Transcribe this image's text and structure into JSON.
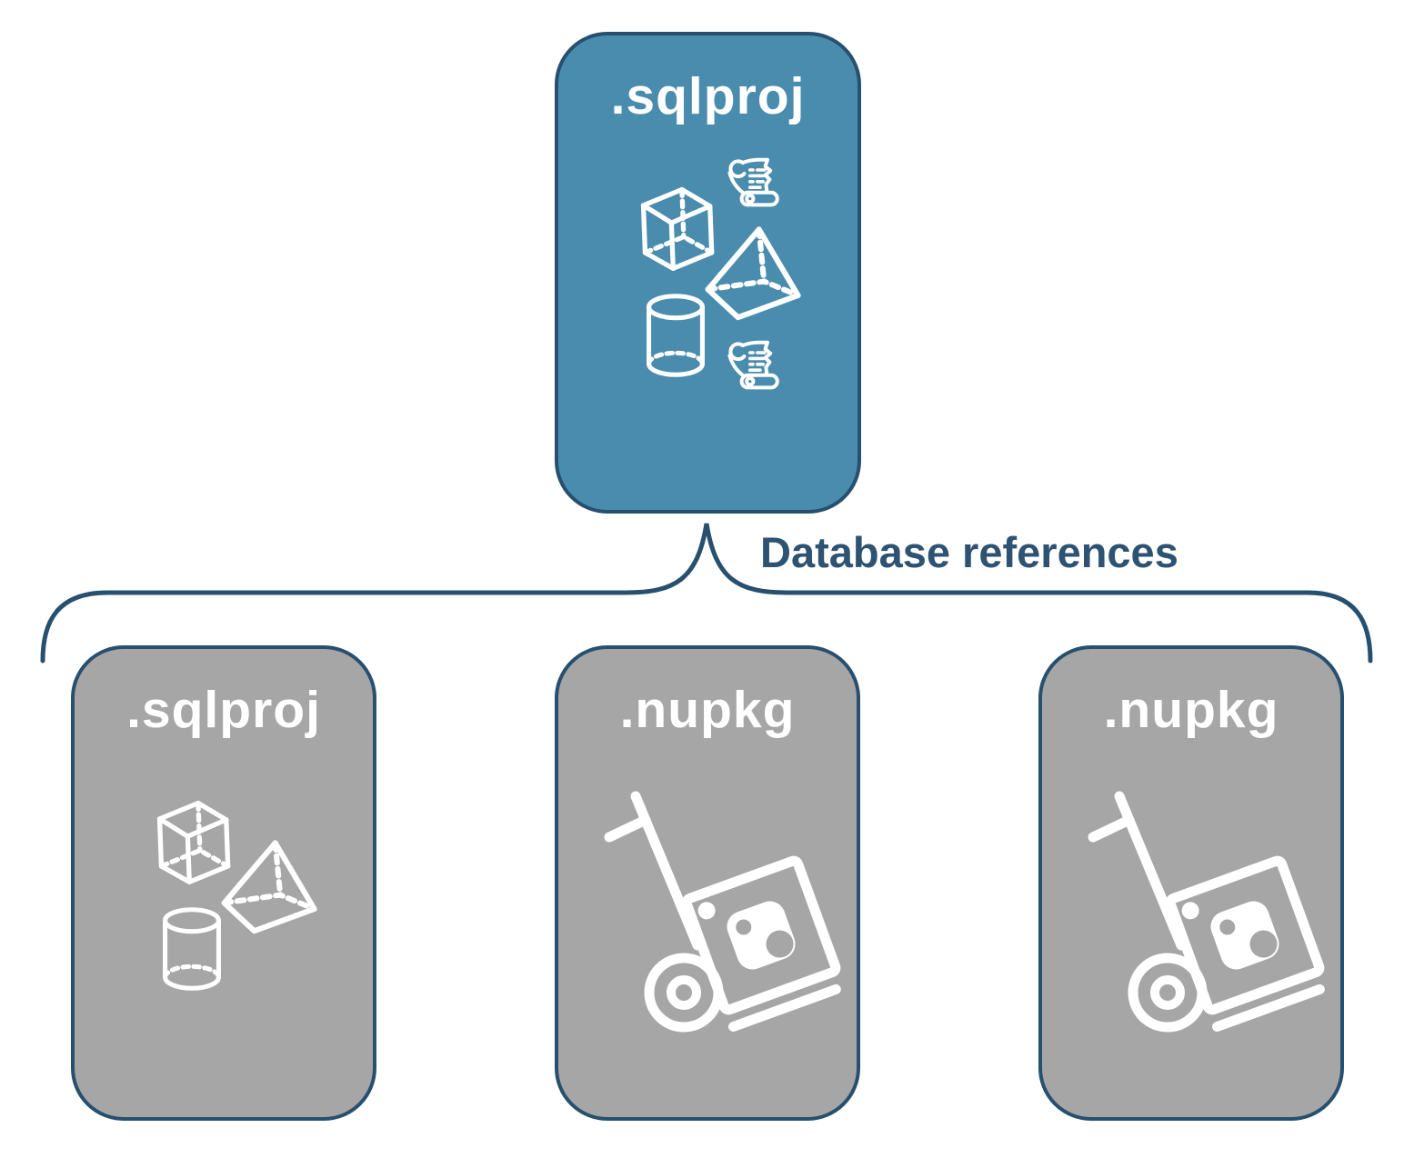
{
  "diagram": {
    "root": {
      "label": ".sqlproj",
      "icons": [
        "script-scroll-icon",
        "cube-icon",
        "pyramid-icon",
        "database-cylinder-icon",
        "script-scroll-icon"
      ]
    },
    "connector": {
      "label": "Database references"
    },
    "children": [
      {
        "label": ".sqlproj",
        "icons": [
          "cube-icon",
          "pyramid-icon",
          "database-cylinder-icon"
        ]
      },
      {
        "label": ".nupkg",
        "icons": [
          "nuget-package-dolly-icon"
        ]
      },
      {
        "label": ".nupkg",
        "icons": [
          "nuget-package-dolly-icon"
        ]
      }
    ],
    "colors": {
      "root_fill": "#4A8CAD",
      "child_fill": "#A6A6A6",
      "outline": "#27506F",
      "label_text": "#2D5272",
      "icon": "#FFFFFF"
    }
  }
}
